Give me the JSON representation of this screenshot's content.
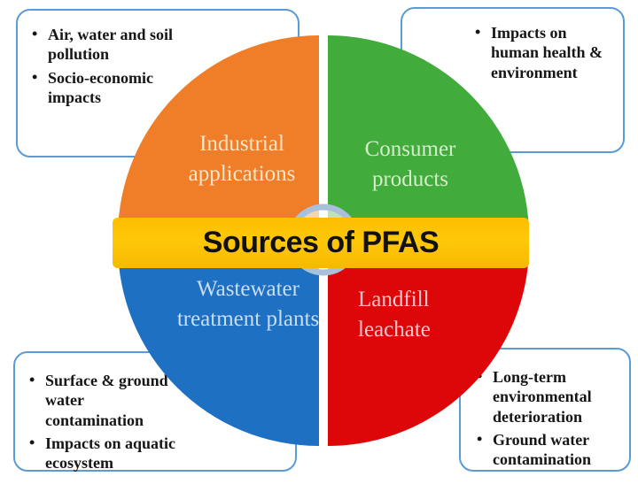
{
  "title": {
    "label": "Sources of PFAS"
  },
  "colors": {
    "banner_gold": "#FDC101",
    "callout_border_blue": "#5B9BD5",
    "center_ring": "#A9C0DB",
    "quadrant_orange": "#F07D28",
    "quadrant_green": "#41AB3C",
    "quadrant_blue": "#1D70C2",
    "quadrant_red": "#DD0609"
  },
  "quadrants": [
    {
      "id": "industrial-applications",
      "label": "Industrial applications",
      "color": "#F07D28",
      "text_color": "#FAE5C8"
    },
    {
      "id": "consumer-products",
      "label": "Consumer products",
      "color": "#41AB3C",
      "text_color": "#D6EDCA"
    },
    {
      "id": "wastewater-treatment-plants",
      "label": "Wastewater treatment plants",
      "color": "#1D70C2",
      "text_color": "#C9DDF4"
    },
    {
      "id": "landfill-leachate",
      "label": "Landfill leachate",
      "color": "#DD0609",
      "text_color": "#F6C8CA"
    }
  ],
  "callouts": {
    "top_left": {
      "items": [
        "Air, water and soil pollution",
        "Socio-economic impacts"
      ]
    },
    "top_right": {
      "items": [
        "Impacts on human health & environment"
      ]
    },
    "bottom_left": {
      "items": [
        "Surface & ground water contamination",
        "Impacts on aquatic ecosystem"
      ]
    },
    "bottom_right": {
      "items": [
        "Long-term environmental deterioration",
        "Ground water contamination"
      ]
    }
  }
}
